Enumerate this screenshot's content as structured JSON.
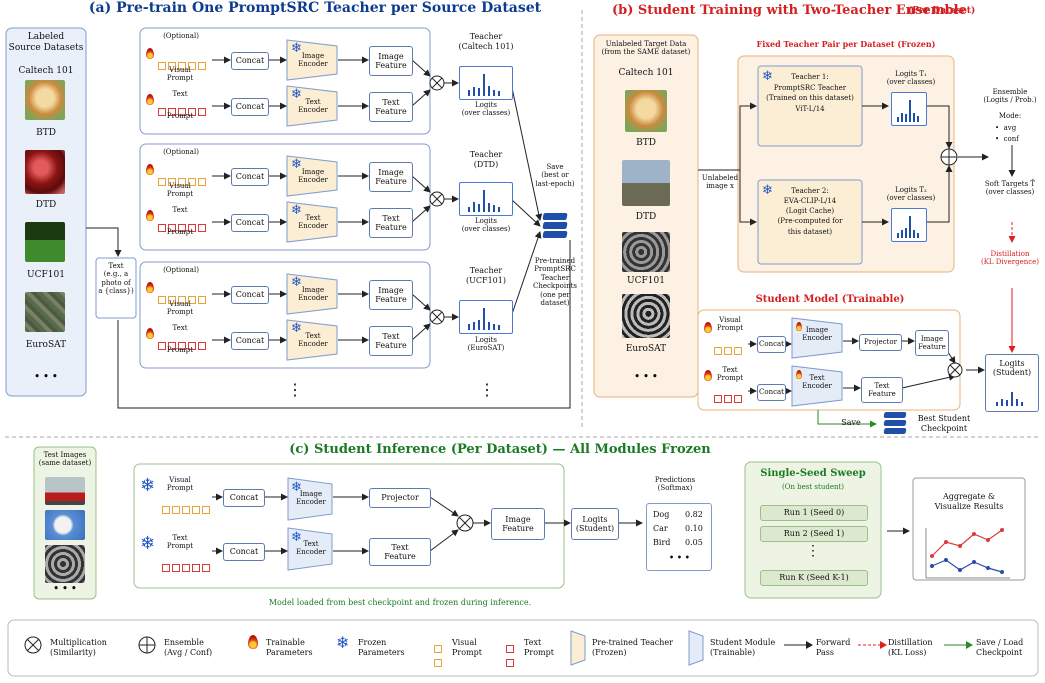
{
  "sectionA": {
    "title": "(a) Pre-train One PromptSRC Teacher per Source Dataset",
    "labeled_title": "Labeled\nSource Datasets",
    "datasets": [
      "Caltech 101",
      "BTD",
      "DTD",
      "UCF101",
      "EuroSAT"
    ],
    "ellipsis": "• • •",
    "text_template": "Text\n(e.g., a\nphoto of\na {class})",
    "optional": "(Optional)",
    "visual_prompt": "Visual\nPrompt",
    "text_prompt": "Text\nPrompt",
    "concat": "Concat",
    "image_encoder": "Image\nEncoder",
    "text_encoder": "Text\nEncoder",
    "image_feature": "Image\nFeature",
    "text_feature": "Text\nFeature",
    "teachers": [
      "Teacher\n(Caltech 101)",
      "Teacher\n(DTD)",
      "Teacher\n(UCF101)"
    ],
    "logits_labels": [
      "Logits\n(over classes)",
      "Logits\n(over classes)",
      "Logits\n(EuroSAT)"
    ],
    "save": "Save\n(best or\nlast-epoch)",
    "checkpoints": "Pre-trained\nPromptSRC\nTeacher\nCheckpoints\n(one per\ndataset)",
    "vdots": "⋮"
  },
  "sectionB": {
    "title": "(b) Student Training with Two-Teacher Ensemble",
    "title_suffix": "(Per Dataset)",
    "unlabeled_title": "Unlabeled Target Data\n(from the SAME dataset)",
    "datasets": [
      "Caltech 101",
      "BTD",
      "DTD",
      "UCF101",
      "EuroSAT"
    ],
    "ellipsis": "• • •",
    "unlabeled_image": "Unlabeled\nimage x",
    "teacher_pair_title": "Fixed Teacher Pair per Dataset (Frozen)",
    "teacher1": "Teacher 1:\nPromptSRC Teacher\n(Trained on this dataset)\nViT-L/14",
    "teacher2": "Teacher 2:\nEVA-CLIP-L/14\n(Logit Cache)\n(Pre-computed for\nthis dataset)",
    "logits_t1": "Logits  T₁\n(over classes)",
    "logits_t2": "Logits  T₂\n(over classes)",
    "ensemble": "Ensemble\n(Logits / Prob.)",
    "mode_title": "Mode:",
    "modes": [
      "avg",
      "conf"
    ],
    "soft_targets": "Soft Targets  T̂\n(over classes)",
    "distillation": "Distillation\n(KL Divergence)",
    "student_title": "Student Model (Trainable)",
    "visual_prompt": "Visual\nPrompt",
    "text_prompt": "Text\nPrompt",
    "concat": "Concat",
    "image_encoder": "Image\nEncoder",
    "text_encoder": "Text\nEncoder",
    "projector": "Projector",
    "image_feature": "Image\nFeature",
    "text_feature": "Text\nFeature",
    "logits_student": "Logits\n(Student)",
    "save": "Save",
    "best_ckpt": "Best Student\nCheckpoint"
  },
  "sectionC": {
    "title": "(c) Student Inference (Per Dataset) — All Modules Frozen",
    "test_images": "Test Images\n(same dataset)",
    "ellipsis": "• • •",
    "visual_prompt": "Visual\nPrompt",
    "text_prompt": "Text\nPrompt",
    "concat": "Concat",
    "image_encoder": "Image\nEncoder",
    "text_encoder": "Text\nEncoder",
    "projector": "Projector",
    "text_feature": "Text\nFeature",
    "image_feature": "Image\nFeature",
    "logits_student": "Logits\n(Student)",
    "predictions_title": "Predictions\n(Softmax)",
    "predictions": [
      {
        "label": "Dog",
        "value": "0.82"
      },
      {
        "label": "Car",
        "value": "0.10"
      },
      {
        "label": "Bird",
        "value": "0.05"
      }
    ],
    "pred_ellipsis": "• • •",
    "model_note": "Model loaded from best checkpoint and frozen during inference.",
    "sweep_title": "Single-Seed Sweep",
    "sweep_subtitle": "(On best student)",
    "runs": [
      "Run 1 (Seed 0)",
      "Run 2 (Seed 1)",
      "Run K (Seed K-1)"
    ],
    "aggregate": "Aggregate &\nVisualize Results"
  },
  "legend": [
    {
      "icon": "multiplication-icon",
      "label": "Multiplication\n(Similarity)"
    },
    {
      "icon": "ensemble-icon",
      "label": "Ensemble\n(Avg / Conf)"
    },
    {
      "icon": "flame-icon",
      "label": "Trainable\nParameters"
    },
    {
      "icon": "snowflake-icon",
      "label": "Frozen\nParameters"
    },
    {
      "icon": "visual-prompt-icon",
      "label": "Visual\nPrompt"
    },
    {
      "icon": "text-prompt-icon",
      "label": "Text\nPrompt"
    },
    {
      "icon": "teacher-trapezoid-icon",
      "label": "Pre-trained Teacher\n(Frozen)"
    },
    {
      "icon": "student-trapezoid-icon",
      "label": "Student Module\n(Trainable)"
    },
    {
      "icon": "forward-arrow-icon",
      "label": "Forward\nPass"
    },
    {
      "icon": "distillation-arrow-icon",
      "label": "Distillation\n(KL Loss)"
    },
    {
      "icon": "save-arrow-icon",
      "label": "Save / Load\nCheckpoint"
    }
  ],
  "colors": {
    "blue_title": "#0d3b8e",
    "red_title": "#d42020",
    "green_title": "#1a7a24",
    "teacher_fill": "#fbeed4",
    "student_fill": "#e4ecf8",
    "panel_blue": "#eaf0fa",
    "panel_orange": "#fdf1e3",
    "panel_green": "#edf4e4"
  }
}
